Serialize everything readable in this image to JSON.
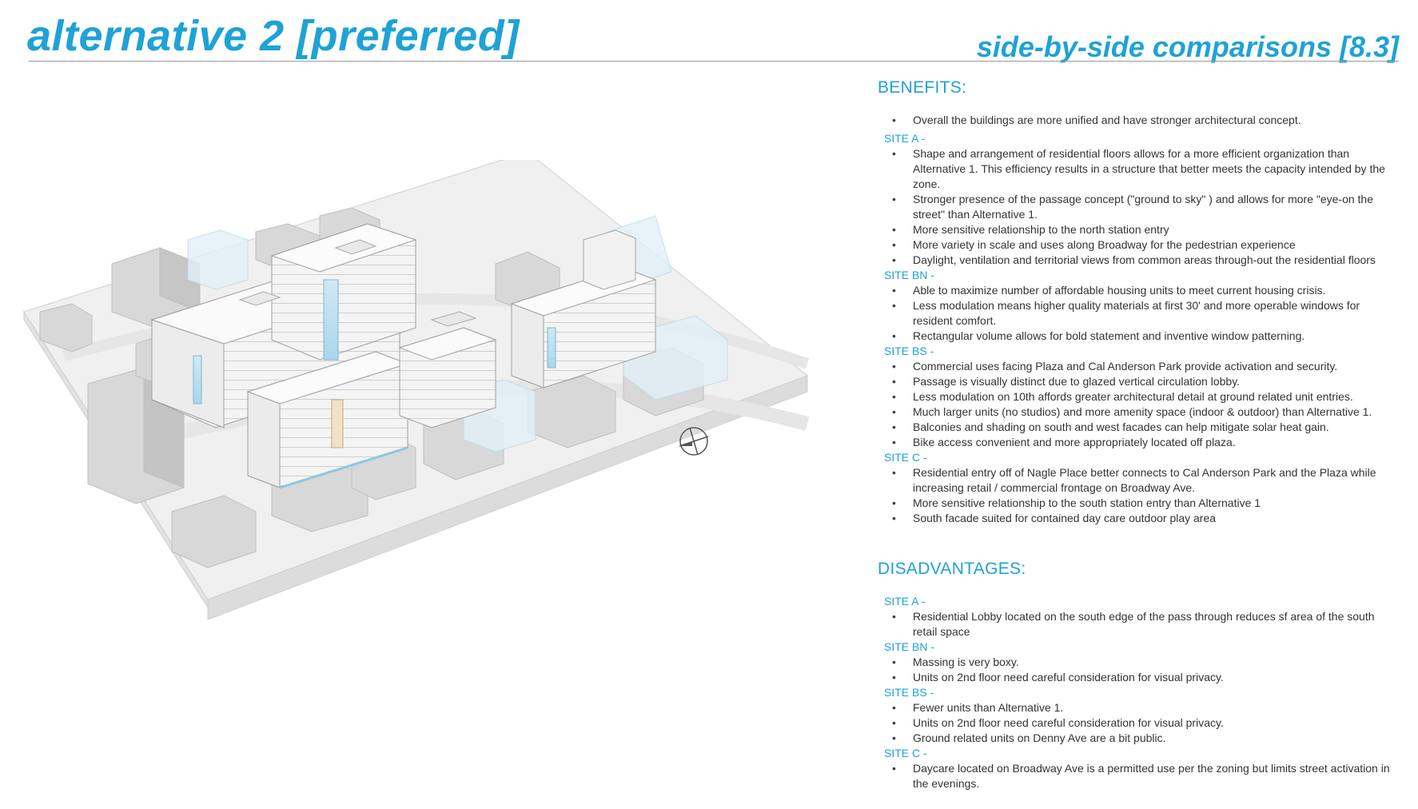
{
  "header": {
    "title": "alternative 2 [preferred]",
    "subtitle": "side-by-side comparisons [8.3]"
  },
  "drawing": {
    "type": "axonometric massing model",
    "north_arrow": "north-arrow-icon"
  },
  "benefits": {
    "heading": "BENEFITS:",
    "general": [
      "Overall the buildings are more unified and have stronger architectural concept."
    ],
    "sites": [
      {
        "label": "SITE A -",
        "items": [
          "Shape and arrangement of residential floors allows for a more efficient organization than Alternative 1. This efficiency results in a structure that better meets the capacity intended by the zone.",
          "Stronger presence of the passage concept (\"ground to sky\" ) and allows for more \"eye-on the street\" than Alternative 1.",
          "More sensitive relationship to the north station entry",
          "More variety in scale and uses along Broadway for the pedestrian experience",
          "Daylight, ventilation and territorial views from common areas through-out the residential floors"
        ]
      },
      {
        "label": "SITE BN -",
        "items": [
          "Able to maximize number of affordable housing units to meet current housing crisis.",
          "Less modulation means higher quality materials at first 30' and more operable windows for resident comfort.",
          "Rectangular volume allows for bold statement and inventive window patterning."
        ]
      },
      {
        "label": "SITE BS -",
        "items": [
          "Commercial uses facing Plaza and Cal Anderson Park provide activation and security.",
          "Passage is visually distinct due to glazed vertical circulation lobby.",
          "Less modulation on 10th affords greater architectural detail at ground related unit entries.",
          "Much larger units (no studios) and more amenity space (indoor & outdoor) than Alternative 1.",
          "Balconies and shading on south and west facades can help mitigate solar heat gain.",
          "Bike access convenient and more appropriately located off plaza."
        ]
      },
      {
        "label": "SITE C -",
        "items": [
          "Residential entry off of Nagle Place better connects to Cal Anderson Park and the Plaza while increasing retail / commercial frontage on Broadway Ave.",
          "More sensitive relationship to the south station entry than Alternative 1",
          "South facade suited for contained day care outdoor play area"
        ]
      }
    ]
  },
  "disadvantages": {
    "heading": "DISADVANTAGES:",
    "sites": [
      {
        "label": "SITE A -",
        "items": [
          "Residential Lobby located on the south edge of the pass through reduces sf area of the south retail space"
        ]
      },
      {
        "label": "SITE BN -",
        "items": [
          "Massing is very boxy.",
          "Units on 2nd floor need careful consideration for visual privacy."
        ]
      },
      {
        "label": "SITE BS -",
        "items": [
          "Fewer units than Alternative 1.",
          "Units on 2nd floor need careful consideration for visual privacy.",
          "Ground related units on Denny Ave are a bit public."
        ]
      },
      {
        "label": "SITE C -",
        "items": [
          "Daycare located on Broadway Ave is a permitted use per the zoning but limits street activation in the evenings."
        ]
      }
    ]
  }
}
